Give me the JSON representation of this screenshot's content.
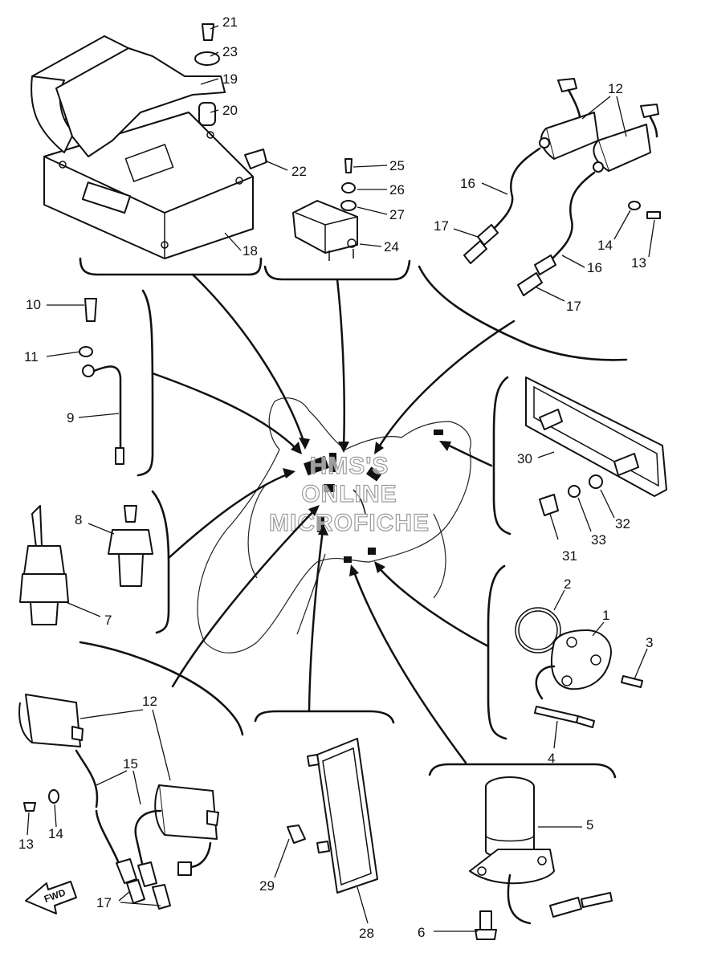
{
  "watermark": {
    "line1": "HMS'S",
    "line2": "ONLINE",
    "line3": "MICROFICHE"
  },
  "fwd_label": "FWD",
  "part_labels": {
    "p21": "21",
    "p23": "23",
    "p19": "19",
    "p20": "20",
    "p22": "22",
    "p18": "18",
    "p25": "25",
    "p26": "26",
    "p27": "27",
    "p24": "24",
    "p12_top": "12",
    "p16_left": "16",
    "p17_left": "17",
    "p14_right": "14",
    "p13_right": "13",
    "p16_right": "16",
    "p17_right": "17",
    "p10": "10",
    "p11": "11",
    "p9": "9",
    "p8": "8",
    "p7": "7",
    "p30": "30",
    "p31": "31",
    "p33": "33",
    "p32": "32",
    "p2": "2",
    "p1": "1",
    "p3": "3",
    "p4": "4",
    "p12_bottom": "12",
    "p15": "15",
    "p13_left": "13",
    "p14_left": "14",
    "p17_bottom": "17",
    "p29": "29",
    "p28": "28",
    "p5": "5",
    "p6": "6"
  }
}
